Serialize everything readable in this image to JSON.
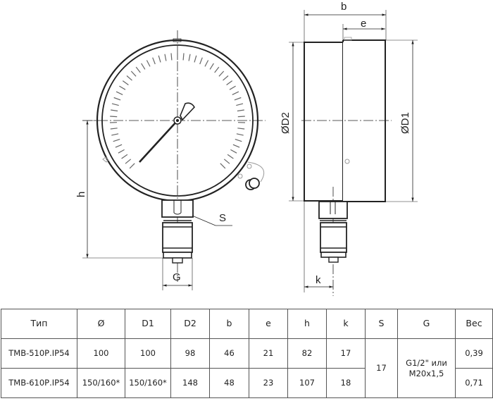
{
  "drawing": {
    "front_view": {
      "labels": {
        "h": "h",
        "S": "S",
        "G": "G"
      }
    },
    "side_view": {
      "labels": {
        "b": "b",
        "e": "e",
        "D2": "ØD2",
        "D1": "ØD1",
        "k": "k"
      }
    }
  },
  "table": {
    "headers": [
      "Тип",
      "Ø",
      "D1",
      "D2",
      "b",
      "e",
      "h",
      "k",
      "S",
      "G",
      "Вес"
    ],
    "rows": [
      {
        "type": "ТМВ-510Р.IP54",
        "dia": "100",
        "D1": "100",
        "D2": "98",
        "b": "46",
        "e": "21",
        "h": "82",
        "k": "17",
        "weight": "0,39"
      },
      {
        "type": "ТМВ-610Р.IP54",
        "dia": "150/160*",
        "D1": "150/160*",
        "D2": "148",
        "b": "48",
        "e": "23",
        "h": "107",
        "k": "18",
        "weight": "0,71"
      }
    ],
    "merged": {
      "S": "17",
      "G_line1": "G1/2\" или",
      "G_line2": "M20x1,5"
    }
  }
}
